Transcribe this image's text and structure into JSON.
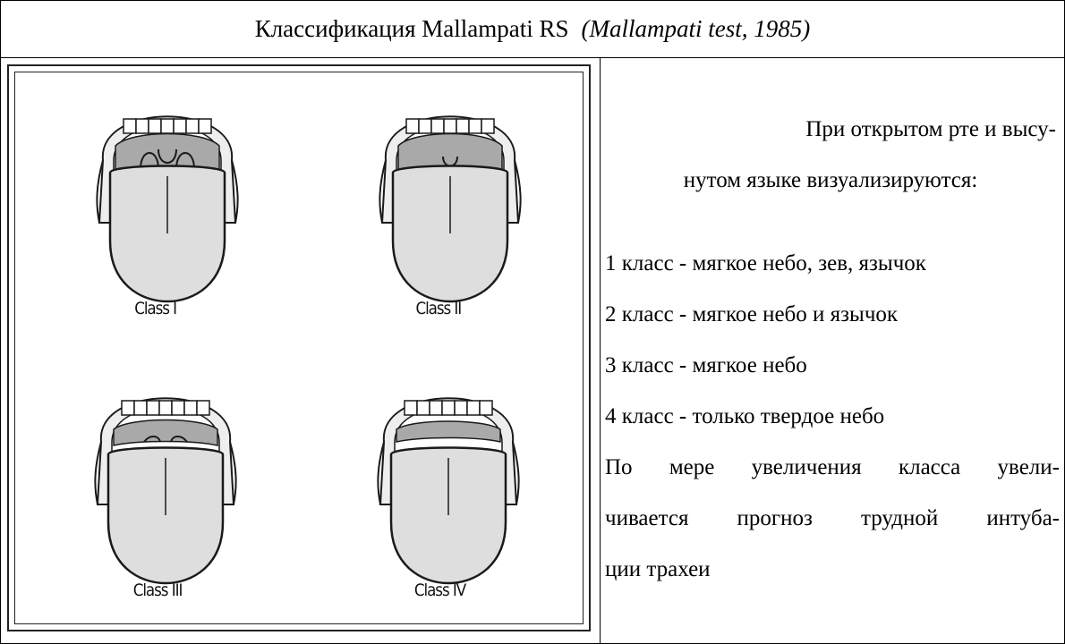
{
  "title": {
    "text": "Классификация Mallampati RS",
    "citation": "(Mallampati test, 1985)"
  },
  "figure": {
    "panels": [
      {
        "label": "Class I"
      },
      {
        "label": "Class II"
      },
      {
        "label": "Class III"
      },
      {
        "label": "Class IV"
      }
    ],
    "colors": {
      "tongue": "#dedede",
      "palate": "#a9a9a9",
      "lip": "#eeeeee",
      "outline": "#1a1a1a"
    }
  },
  "description": {
    "intro_line1": "При открытом рте и высу-",
    "intro_line2": "нутом языке визуализируются:",
    "classes": [
      "1 класс - мягкое небо, зев, язычок",
      "2 класс - мягкое небо и язычок",
      "3 класс - мягкое небо",
      "4 класс - только твердое небо"
    ],
    "note_lines": [
      "По мере увеличения класса увели-",
      "чивается прогноз трудной интуба-",
      "ции трахеи"
    ]
  }
}
